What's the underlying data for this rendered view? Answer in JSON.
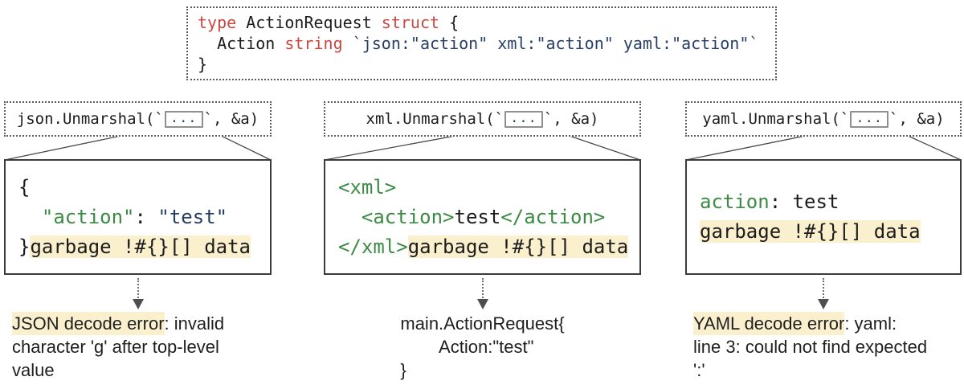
{
  "colors": {
    "keyword_red": "#cb4740",
    "tag_green": "#3c8b44",
    "string_navy": "#263e66",
    "code_text": "#1c1c1c",
    "highlight_yellow": "#fbf0cd",
    "solid_border": "#3b3b3b",
    "dotted_border": "#5c5c5c",
    "arrow_gray": "#4e4e4e"
  },
  "icons": {
    "flow_arrow": "arrow-down",
    "payload_placeholder": "..."
  },
  "struct_box": {
    "lines": [
      [
        {
          "t": "type",
          "c": "red"
        },
        {
          "t": " ActionRequest ",
          "c": "code"
        },
        {
          "t": "struct",
          "c": "red"
        },
        {
          "t": " {",
          "c": "code"
        }
      ],
      [
        {
          "t": "  Action ",
          "c": "code"
        },
        {
          "t": "string",
          "c": "red"
        },
        {
          "t": " ",
          "c": "code"
        },
        {
          "t": "`json:\"action\" xml:\"action\" yaml:\"action\"`",
          "c": "navy"
        }
      ],
      [
        {
          "t": "}",
          "c": "code"
        }
      ]
    ]
  },
  "columns": [
    {
      "id": "json",
      "call_prefix": "json.Unmarshal(`",
      "call_dots": "...",
      "call_suffix": "`, &a)",
      "payload_lines": [
        [
          {
            "t": "{",
            "c": "code"
          }
        ],
        [
          {
            "t": "  ",
            "c": "code"
          },
          {
            "t": "\"action\"",
            "c": "green"
          },
          {
            "t": ": ",
            "c": "code"
          },
          {
            "t": "\"test\"",
            "c": "navy"
          }
        ],
        [
          {
            "t": "}",
            "c": "code"
          },
          {
            "t": "garbage !#{}[] data",
            "c": "code",
            "hl": true
          }
        ]
      ],
      "result_lines": [
        [
          {
            "t": "JSON decode error",
            "hl": true
          },
          {
            "t": ": invalid"
          }
        ],
        [
          {
            "t": "character 'g' after top-level"
          }
        ],
        [
          {
            "t": "value"
          }
        ]
      ]
    },
    {
      "id": "xml",
      "call_prefix": "xml.Unmarshal(`",
      "call_dots": "...",
      "call_suffix": "`, &a)",
      "payload_lines": [
        [
          {
            "t": "<xml>",
            "c": "green"
          }
        ],
        [
          {
            "t": "  ",
            "c": "code"
          },
          {
            "t": "<action>",
            "c": "green"
          },
          {
            "t": "test",
            "c": "code"
          },
          {
            "t": "</action>",
            "c": "green"
          }
        ],
        [
          {
            "t": "</xml>",
            "c": "green"
          },
          {
            "t": "garbage !#{}[] data",
            "c": "code",
            "hl": true
          }
        ]
      ],
      "result_lines": [
        [
          {
            "t": "main.ActionRequest{"
          }
        ],
        [
          {
            "t": "        Action:\"test\""
          }
        ],
        [
          {
            "t": "}"
          }
        ]
      ]
    },
    {
      "id": "yaml",
      "call_prefix": "yaml.Unmarshal(`",
      "call_dots": "...",
      "call_suffix": "`, &a)",
      "payload_lines": [
        [
          {
            "t": "action",
            "c": "green"
          },
          {
            "t": ": test",
            "c": "code"
          }
        ],
        [
          {
            "t": "garbage !#{}[] data",
            "c": "code",
            "hl": true
          }
        ]
      ],
      "result_lines": [
        [
          {
            "t": "YAML decode error",
            "hl": true
          },
          {
            "t": ": yaml:"
          }
        ],
        [
          {
            "t": "line 3: could not find expected"
          }
        ],
        [
          {
            "t": "':'"
          }
        ]
      ]
    }
  ]
}
